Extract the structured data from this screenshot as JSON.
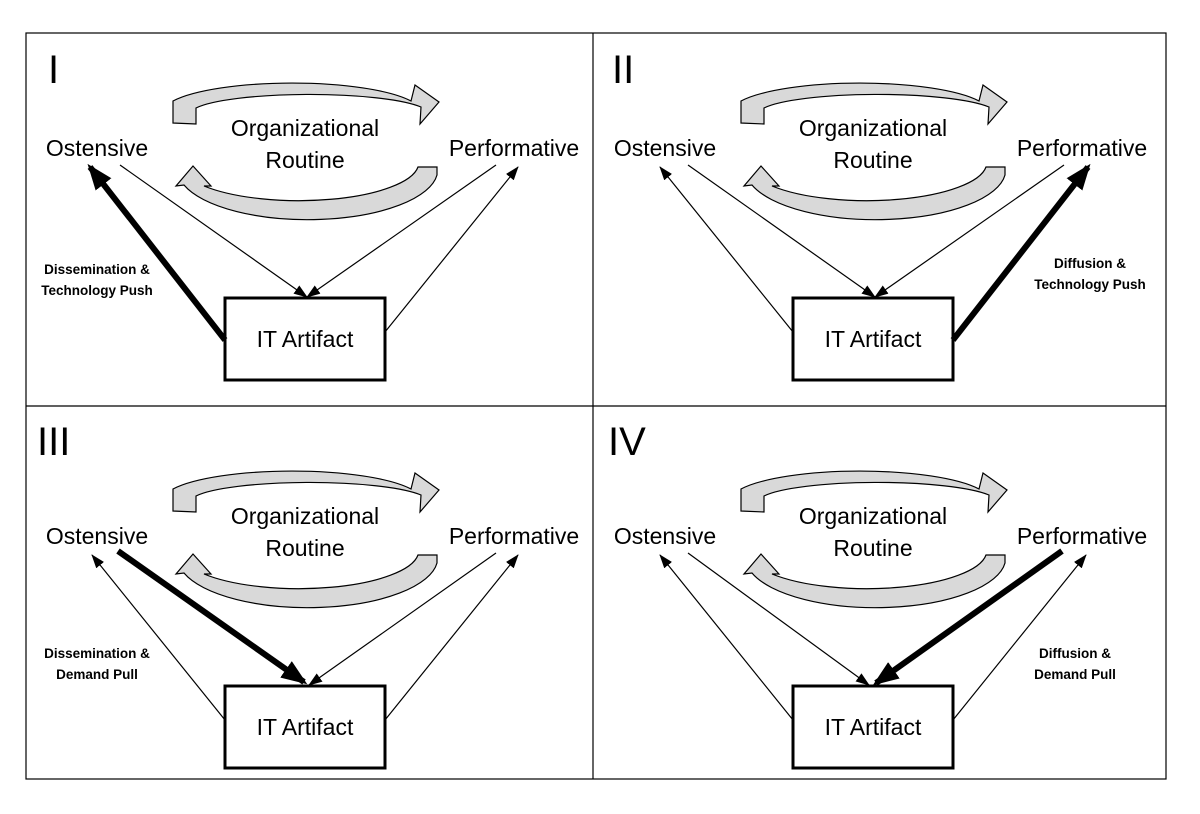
{
  "panels": [
    {
      "id": "I",
      "numeral": "I",
      "center": [
        "Organizational",
        "Routine"
      ],
      "left_node": "Ostensive",
      "right_node": "Performative",
      "artifact": "IT Artifact",
      "label_side": "left",
      "label": [
        "Dissemination &",
        "Technology Push"
      ],
      "emphasis": "artifact-to-ostensive"
    },
    {
      "id": "II",
      "numeral": "II",
      "center": [
        "Organizational",
        "Routine"
      ],
      "left_node": "Ostensive",
      "right_node": "Performative",
      "artifact": "IT Artifact",
      "label_side": "right",
      "label": [
        "Diffusion &",
        "Technology Push"
      ],
      "emphasis": "artifact-to-performative"
    },
    {
      "id": "III",
      "numeral": "III",
      "center": [
        "Organizational",
        "Routine"
      ],
      "left_node": "Ostensive",
      "right_node": "Performative",
      "artifact": "IT Artifact",
      "label_side": "left",
      "label": [
        "Dissemination &",
        "Demand Pull"
      ],
      "emphasis": "ostensive-to-artifact"
    },
    {
      "id": "IV",
      "numeral": "IV",
      "center": [
        "Organizational",
        "Routine"
      ],
      "left_node": "Ostensive",
      "right_node": "Performative",
      "artifact": "IT Artifact",
      "label_side": "right",
      "label": [
        "Diffusion &",
        "Demand Pull"
      ],
      "emphasis": "performative-to-artifact"
    }
  ],
  "colors": {
    "line": "#000000",
    "arrow_fill": "#d9d9d9",
    "background": "#ffffff"
  }
}
